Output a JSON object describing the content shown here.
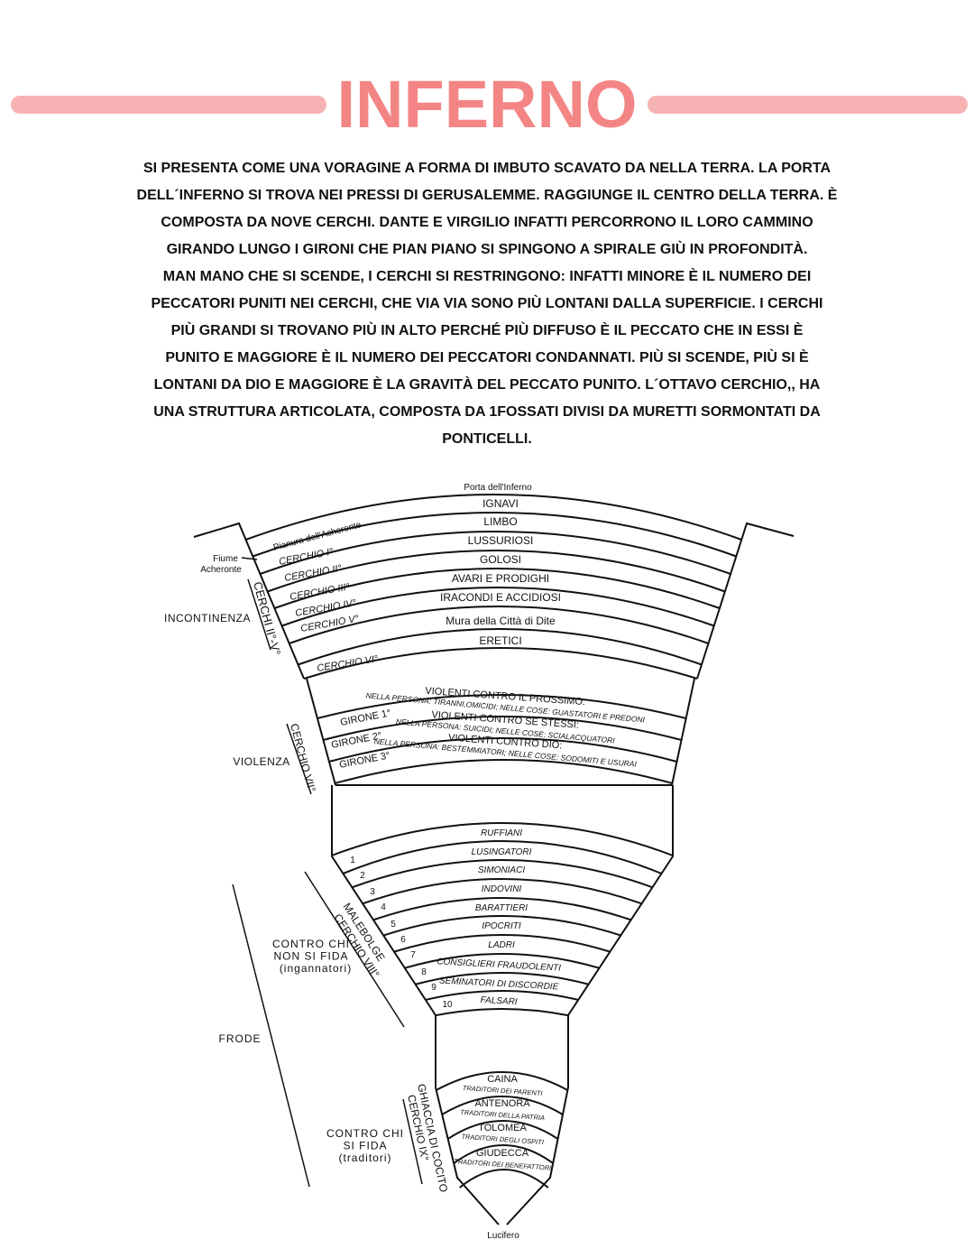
{
  "title": "INFERNO",
  "colors": {
    "title": "#f48585",
    "title_bars": "#f7b3b3",
    "diagram_lines": "#111111"
  },
  "paragraph_lines": [
    "SI PRESENTA COME UNA VORAGINE A FORMA DI IMBUTO SCAVATO DA NELLA TERRA. LA PORTA",
    "DELL´INFERNO SI TROVA NEI PRESSI DI GERUSALEMME. RAGGIUNGE IL CENTRO DELLA TERRA. È",
    "COMPOSTA DA NOVE CERCHI. DANTE E VIRGILIO INFATTI PERCORRONO IL LORO CAMMINO",
    "GIRANDO LUNGO I GIRONI CHE PIAN PIANO SI SPINGONO A SPIRALE GIÙ IN PROFONDITÀ.",
    "MAN MANO CHE SI SCENDE, I CERCHI SI RESTRINGONO: INFATTI MINORE È IL NUMERO DEI",
    "PECCATORI PUNITI NEI CERCHI, CHE VIA VIA SONO PIÙ LONTANI DALLA SUPERFICIE. I CERCHI",
    "PIÙ GRANDI SI TROVANO PIÙ IN ALTO PERCHÉ PIÙ DIFFUSO È IL PECCATO CHE IN ESSI È",
    "PUNITO E MAGGIORE È IL NUMERO DEI PECCATORI CONDANNATI. PIÙ SI SCENDE, PIÙ SI È",
    "LONTANI DA DIO E MAGGIORE È LA GRAVITÀ DEL PECCATO PUNITO. L´OTTAVO CERCHIO,, HA",
    "UNA STRUTTURA ARTICOLATA, COMPOSTA DA 1FOSSATI DIVISI DA MURETTI SORMONTATI DA",
    "PONTICELLI."
  ],
  "diagram": {
    "porta": "Porta dell'Inferno",
    "upper_bands": [
      "IGNAVI",
      "LIMBO",
      "LUSSURIOSI",
      "GOLOSI",
      "AVARI E PRODIGHI",
      "IRACONDI E ACCIDIOSI",
      "Mura della Città di Dite",
      "ERETICI"
    ],
    "upper_left_labels": [
      "Pianura dell'Acheronte",
      "CERCHIO I°",
      "CERCHIO II°",
      "CERCHIO III°",
      "CERCHIO IV°",
      "CERCHIO V°",
      "CERCHIO VI°"
    ],
    "fiume": [
      "Fiume",
      "Acheronte"
    ],
    "cerchi_bracket": "CERCHI II°-V°",
    "incontinenza": "INCONTINENZA",
    "gironi": [
      {
        "label": "GIRONE 1°",
        "title": "VIOLENTI CONTRO IL PROSSIMO:",
        "detail": "NELLA PERSONA: TIRANNI,OMICIDI; NELLE COSE: GUASTATORI E PREDONI"
      },
      {
        "label": "GIRONE 2°",
        "title": "VIOLENTI CONTRO SE STESSI:",
        "detail": "NELLA PERSONA: SUICIDI; NELLE COSE: SCIALACQUATORI"
      },
      {
        "label": "GIRONE 3°",
        "title": "VIOLENTI CONTRO DIO:",
        "detail": "NELLA PERSONA: BESTEMMIATORI; NELLE COSE: SODOMITI E USURAI"
      }
    ],
    "cerchio_vii": "CERCHIO VII°",
    "violenza": "VIOLENZA",
    "malebolge": [
      "RUFFIANI",
      "LUSINGATORI",
      "SIMONIACI",
      "INDOVINI",
      "BARATTIERI",
      "IPOCRITI",
      "LADRI",
      "CONSIGLIERI FRAUDOLENTI",
      "SEMINATORI DI DISCORDIE",
      "FALSARI"
    ],
    "bolge_numbers": [
      "1",
      "2",
      "3",
      "4",
      "5",
      "6",
      "7",
      "8",
      "9",
      "10"
    ],
    "malebolge_bracket": [
      "MALEBOLGE",
      "CERCHIO VIII°"
    ],
    "non_si_fida": [
      "CONTRO CHI",
      "NON SI FIDA",
      "(ingannatori)"
    ],
    "frode": "FRODE",
    "cocito": [
      {
        "name": "CAINA",
        "sub": "TRADITORI DEI PARENTI"
      },
      {
        "name": "ANTENORA",
        "sub": "TRADITORI DELLA PATRIA"
      },
      {
        "name": "TOLOMEA",
        "sub": "TRADITORI DEGLI OSPITI"
      },
      {
        "name": "GIUDECCA",
        "sub": "TRADITORI DEI BENEFATTORI"
      }
    ],
    "cocito_bracket": [
      "GHIACCIA DI COCITO",
      "CERCHIO IX°"
    ],
    "si_fida": [
      "CONTRO CHI",
      "SI FIDA",
      "(traditori)"
    ],
    "lucifero": "Lucifero"
  }
}
